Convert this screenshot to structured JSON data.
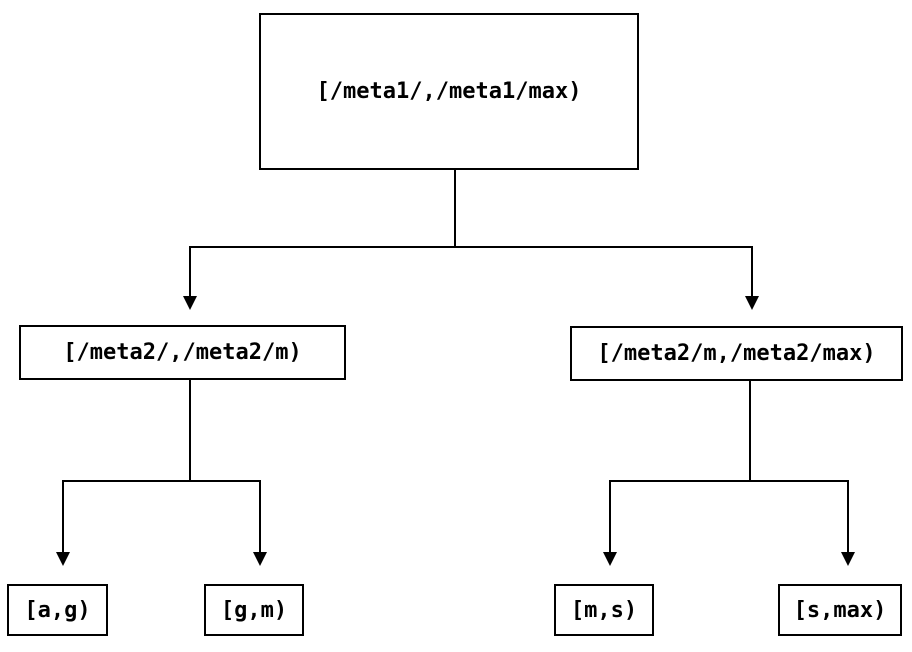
{
  "diagram": {
    "type": "tree",
    "description": "interval partition tree with three levels",
    "colors": {
      "background": "#ffffff",
      "node_border": "#000000",
      "node_fill": "#ffffff",
      "text": "#000000",
      "line": "#000000"
    },
    "nodes": {
      "root": {
        "label": "[/meta1/,/meta1/max)"
      },
      "left": {
        "label": "[/meta2/,/meta2/m)"
      },
      "right": {
        "label": "[/meta2/m,/meta2/max)"
      },
      "leaf_ag": {
        "label": "[a,g)"
      },
      "leaf_gm": {
        "label": "[g,m)"
      },
      "leaf_ms": {
        "label": "[m,s)"
      },
      "leaf_smax": {
        "label": "[s,max)"
      }
    },
    "edges": [
      {
        "from": "root",
        "to": "left",
        "arrow": "down"
      },
      {
        "from": "root",
        "to": "right",
        "arrow": "down"
      },
      {
        "from": "left",
        "to": "leaf_ag",
        "arrow": "down"
      },
      {
        "from": "left",
        "to": "leaf_gm",
        "arrow": "down"
      },
      {
        "from": "right",
        "to": "leaf_ms",
        "arrow": "down"
      },
      {
        "from": "right",
        "to": "leaf_smax",
        "arrow": "down"
      }
    ]
  }
}
